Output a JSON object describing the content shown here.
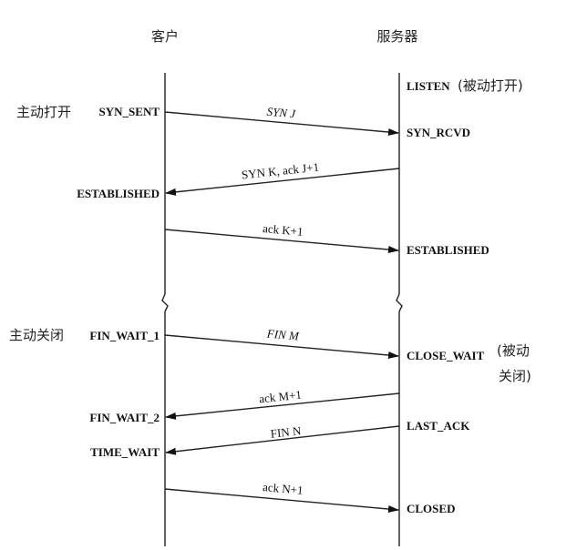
{
  "headers": {
    "client": "客户",
    "server": "服务器"
  },
  "annotations": {
    "active_open": "主动打开",
    "passive_open": "(被动打开)",
    "active_close": "主动关闭",
    "passive_close_1": "(被动",
    "passive_close_2": "关闭)"
  },
  "client_states": {
    "syn_sent": "SYN_SENT",
    "established": "ESTABLISHED",
    "fin_wait_1": "FIN_WAIT_1",
    "fin_wait_2": "FIN_WAIT_2",
    "time_wait": "TIME_WAIT"
  },
  "server_states": {
    "listen": "LISTEN",
    "syn_rcvd": "SYN_RCVD",
    "established": "ESTABLISHED",
    "close_wait": "CLOSE_WAIT",
    "last_ack": "LAST_ACK",
    "closed": "CLOSED"
  },
  "messages": {
    "syn_j": "SYN J",
    "syn_k_ack": "SYN K, ack J+1",
    "ack_k1": "ack K+1",
    "fin_m": "FIN M",
    "ack_m1": "ack M+1",
    "fin_n": "FIN N",
    "ack_n1": "ack N+1"
  }
}
